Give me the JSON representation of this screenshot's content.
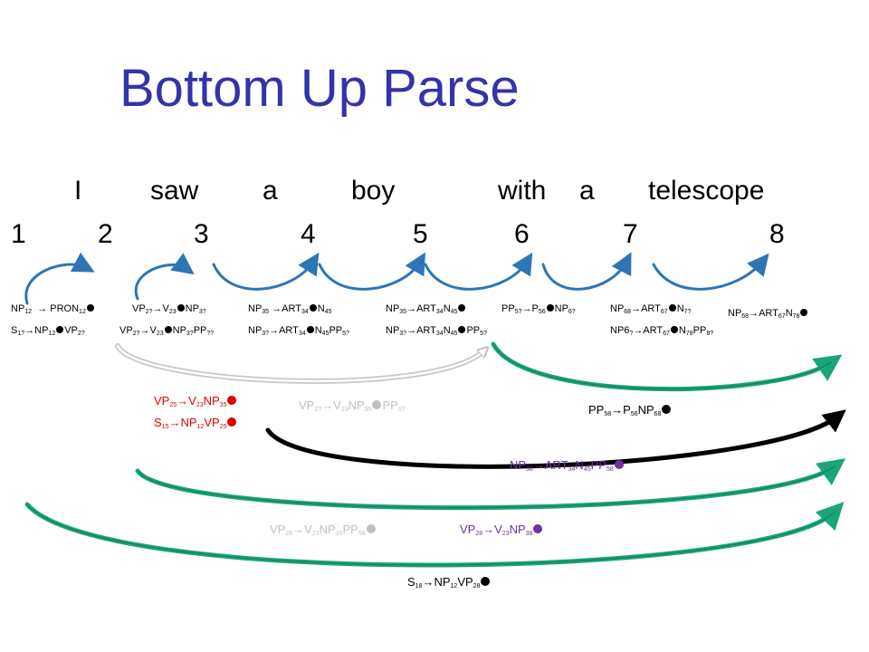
{
  "title": "Bottom Up Parse",
  "words": [
    "I",
    "saw",
    "a",
    "boy",
    "with",
    "a",
    "telescope"
  ],
  "positions": [
    "1",
    "2",
    "3",
    "4",
    "5",
    "6",
    "7",
    "8"
  ],
  "colors": {
    "title": "#3333aa",
    "arc_blue": "#2e75b6",
    "arc_green": "#1aa57a",
    "arc_gray": "#bfbfbf",
    "arc_black": "#000000",
    "label_red": "#e00000",
    "label_gray": "#c0c0c0",
    "label_purple": "#7030a0"
  }
}
